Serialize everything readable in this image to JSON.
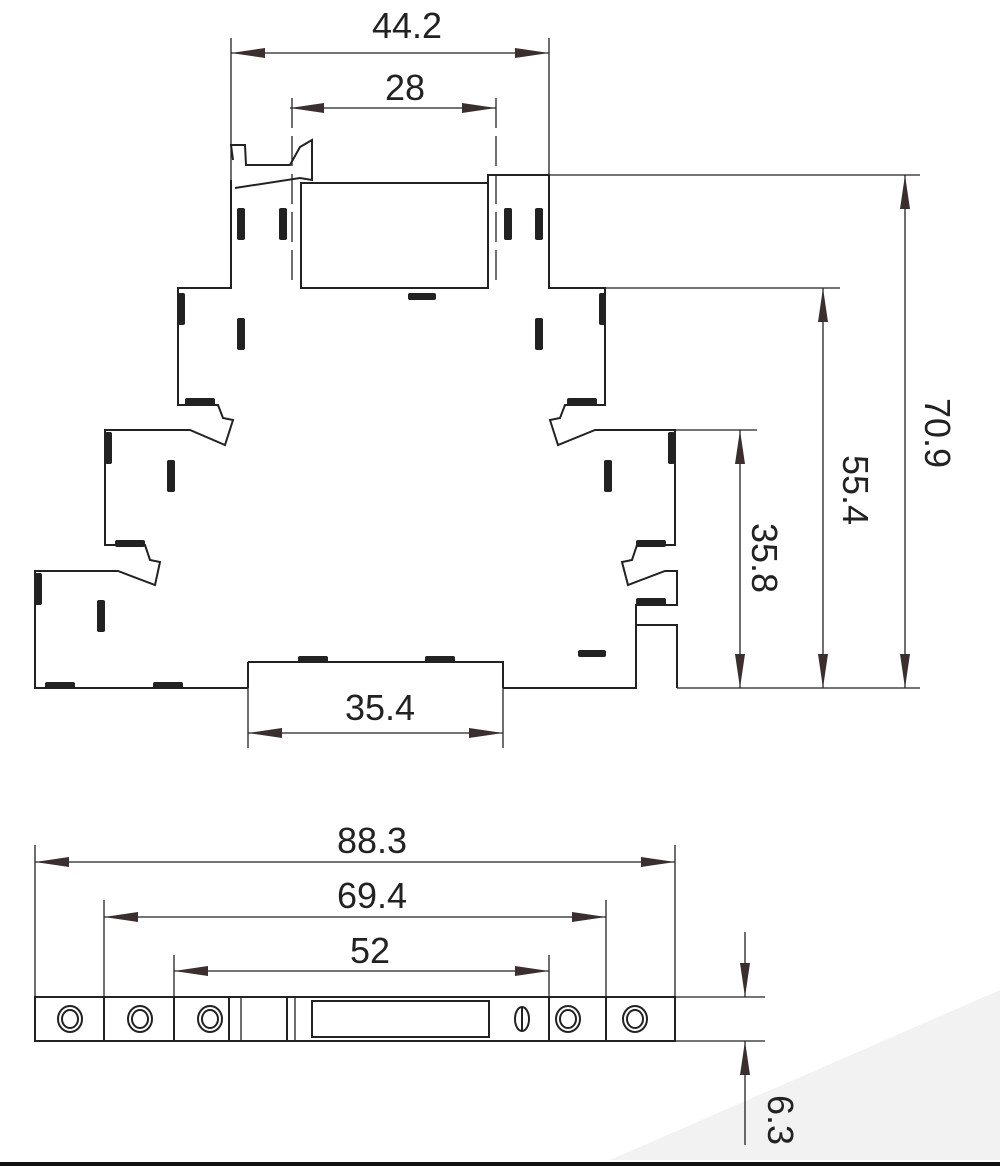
{
  "dimensions": {
    "top_width": "44.2",
    "relay_width": "28",
    "total_height": "70.9",
    "mid_height": "55.4",
    "low_height": "35.8",
    "rail_width": "35.4",
    "overall_length": "88.3",
    "mid_length": "69.4",
    "inner_length": "52",
    "thickness": "6.3"
  },
  "colors": {
    "line": "#222222",
    "arrow": "#3a2e2e",
    "background_accent": "#f2f2f2"
  }
}
